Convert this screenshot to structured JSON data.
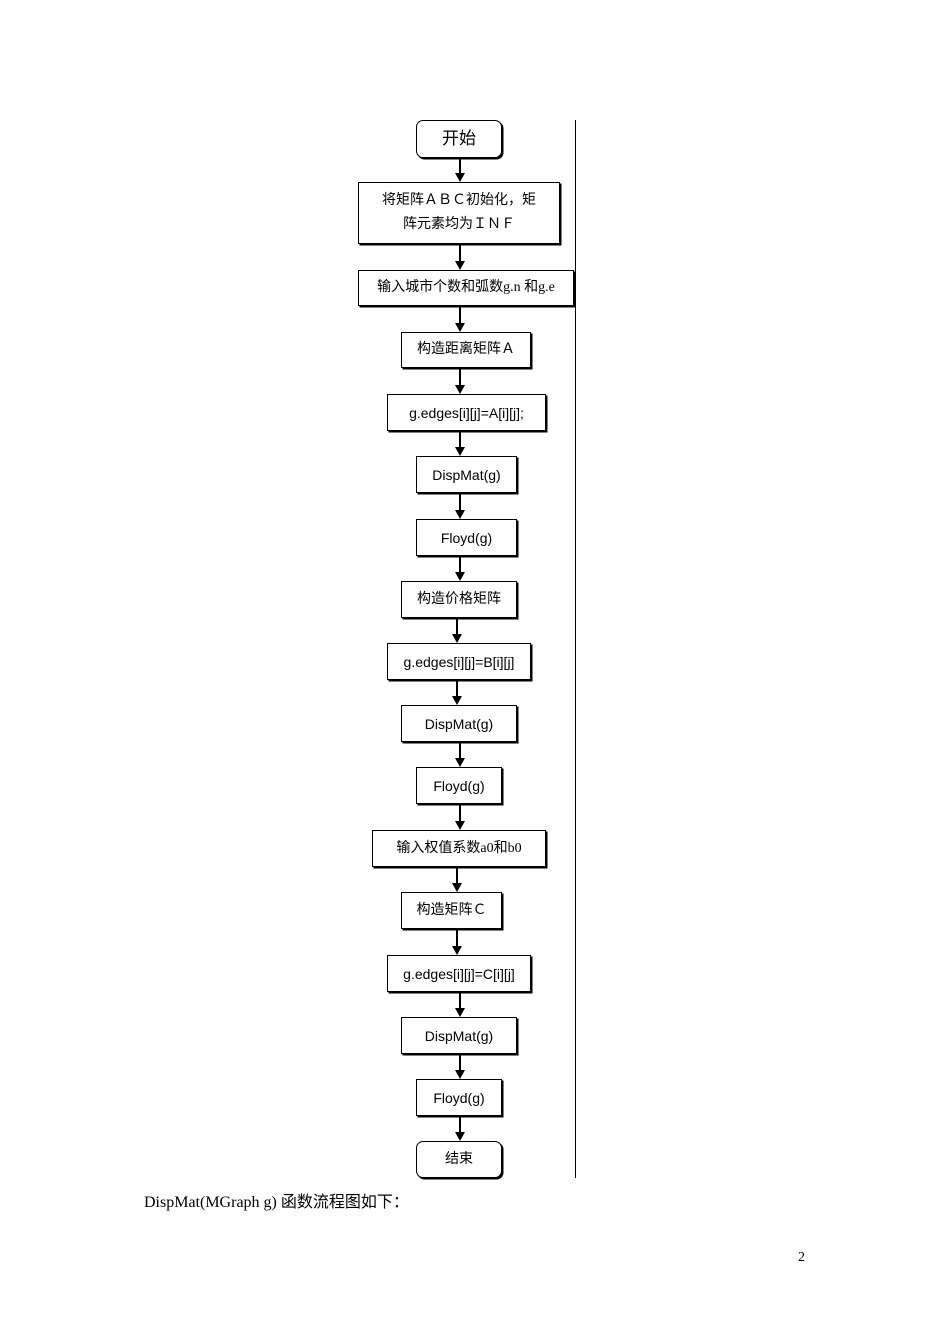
{
  "flowchart": {
    "steps": [
      {
        "text": "开始"
      },
      {
        "text": "将矩阵ＡＢＣ初始化，矩阵元素均为ＩＮＦ"
      },
      {
        "text": "输入城市个数和弧数g.n  和g.e"
      },
      {
        "text": "构造距离矩阵Ａ"
      },
      {
        "text": "g.edges[i][j]=A[i][j];"
      },
      {
        "text": "DispMat(g)"
      },
      {
        "text": "Floyd(g)"
      },
      {
        "text": "构造价格矩阵"
      },
      {
        "text": "g.edges[i][j]=B[i][j]"
      },
      {
        "text": "DispMat(g)"
      },
      {
        "text": "Floyd(g)"
      },
      {
        "text": "输入权值系数a0和b0"
      },
      {
        "text": "构造矩阵Ｃ"
      },
      {
        "text": "g.edges[i][j]=C[i][j]"
      },
      {
        "text": "DispMat(g)"
      },
      {
        "text": "Floyd(g)"
      },
      {
        "text": "结束"
      }
    ]
  },
  "caption": "DispMat(MGraph g)  函数流程图如下：",
  "page_number": "2"
}
